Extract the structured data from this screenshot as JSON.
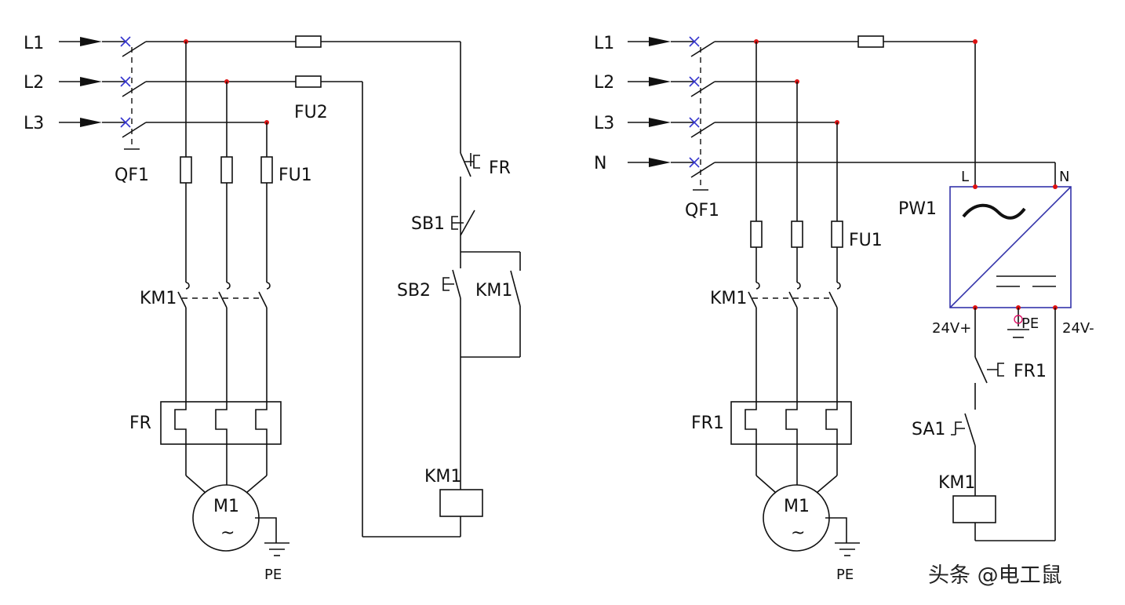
{
  "colors": {
    "wire": "#111111",
    "junction": "#dd1111",
    "breaker_cross": "#3333cc",
    "psu_border": "#3333aa"
  },
  "left": {
    "inputs": [
      "L1",
      "L2",
      "L3"
    ],
    "breaker": "QF1",
    "fuse_main": "FU1",
    "fuse_ctrl": "FU2",
    "contactor_main": "KM1",
    "overload": "FR",
    "ctrl_overload": "FR",
    "stop_button": "SB1",
    "start_button": "SB2",
    "aux_contact": "KM1",
    "coil": "KM1",
    "motor": "M1",
    "motor_ac": "~",
    "earth": "PE"
  },
  "right": {
    "inputs": [
      "L1",
      "L2",
      "L3",
      "N"
    ],
    "breaker": "QF1",
    "fuse_main": "FU1",
    "contactor_main": "KM1",
    "overload": "FR1",
    "motor": "M1",
    "motor_ac": "~",
    "earth": "PE",
    "psu": "PW1",
    "psu_in_l": "L",
    "psu_in_n": "N",
    "psu_out_pos": "24V+",
    "psu_out_neg": "24V-",
    "psu_pe": "PE",
    "ctrl_overload": "FR1",
    "selector": "SA1",
    "coil": "KM1"
  },
  "watermark": "头条 @电工鼠"
}
